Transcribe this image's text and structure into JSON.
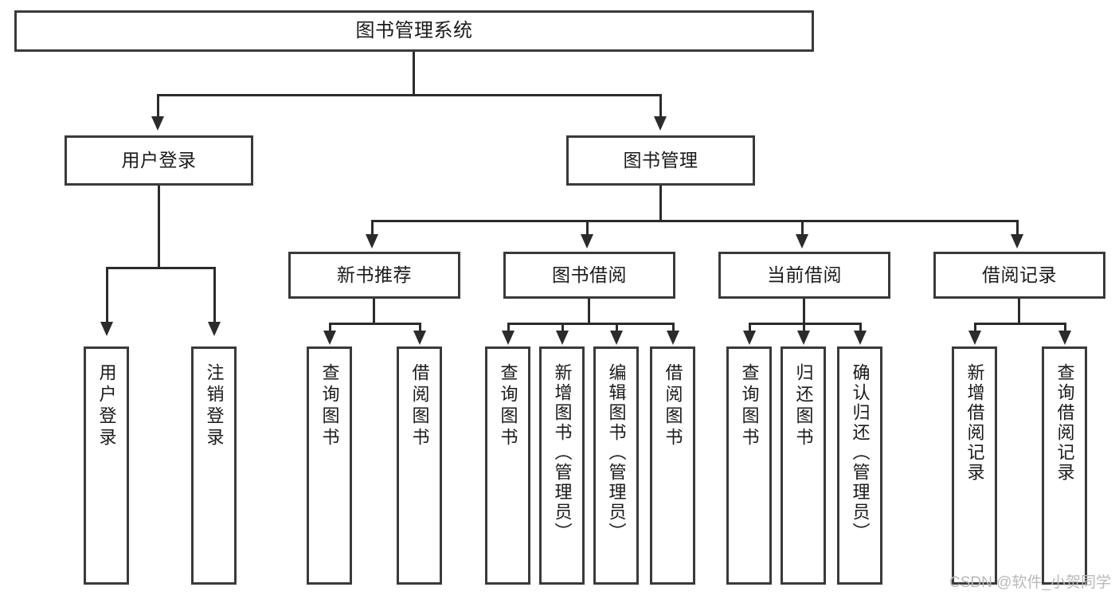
{
  "diagram": {
    "title": "图书管理系统",
    "watermark": "CSDN @软件_小贺同学",
    "root": {
      "label": "图书管理系统"
    },
    "level2": [
      {
        "label": "用户登录"
      },
      {
        "label": "图书管理"
      }
    ],
    "level3": [
      {
        "label": "新书推荐"
      },
      {
        "label": "图书借阅"
      },
      {
        "label": "当前借阅"
      },
      {
        "label": "借阅记录"
      }
    ],
    "leaves": [
      {
        "label": "用户登录"
      },
      {
        "label": "注销登录"
      },
      {
        "label": "查询图书"
      },
      {
        "label": "借阅图书"
      },
      {
        "label": "查询图书"
      },
      {
        "label": "新增图书（管理员）"
      },
      {
        "label": "编辑图书（管理员）"
      },
      {
        "label": "借阅图书"
      },
      {
        "label": "查询图书"
      },
      {
        "label": "归还图书"
      },
      {
        "label": "确认归还（管理员）"
      },
      {
        "label": "新增借阅记录"
      },
      {
        "label": "查询借阅记录"
      }
    ],
    "colors": {
      "box_border": "#3a3a3a",
      "wire": "#2b2b2b",
      "background": "#ffffff",
      "text": "#1a1a1a",
      "watermark": "#b9b9b9"
    }
  }
}
